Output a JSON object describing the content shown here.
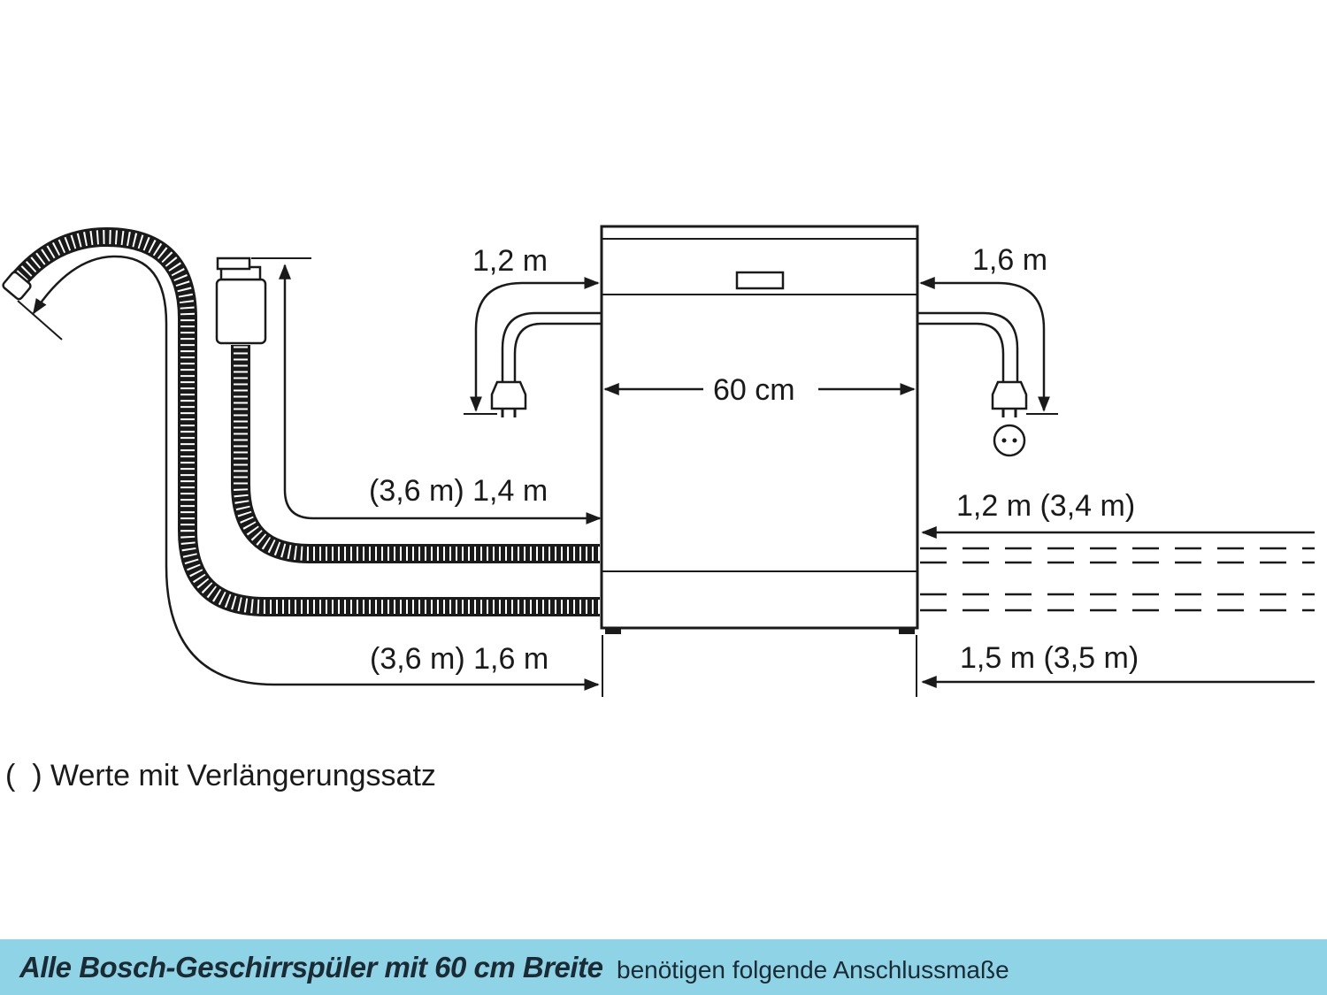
{
  "labels": {
    "power_left": "1,2 m",
    "power_right": "1,6 m",
    "width": "60 cm",
    "drain_upper_left": "(3,6 m) 1,4 m",
    "drain_lower_left": "(3,6 m) 1,6 m",
    "inlet_upper_right": "1,2 m (3,4 m)",
    "inlet_lower_right": "1,5 m (3,5 m)"
  },
  "legend": "(  ) Werte mit Verlängerungssatz",
  "footer": {
    "bold": "Alle Bosch-Geschirrspüler mit 60 cm Breite",
    "regular": "benötigen folgende Anschlussmaße"
  },
  "colors": {
    "line": "#1a1a1a",
    "footer_bar": "#8fd3e6"
  }
}
